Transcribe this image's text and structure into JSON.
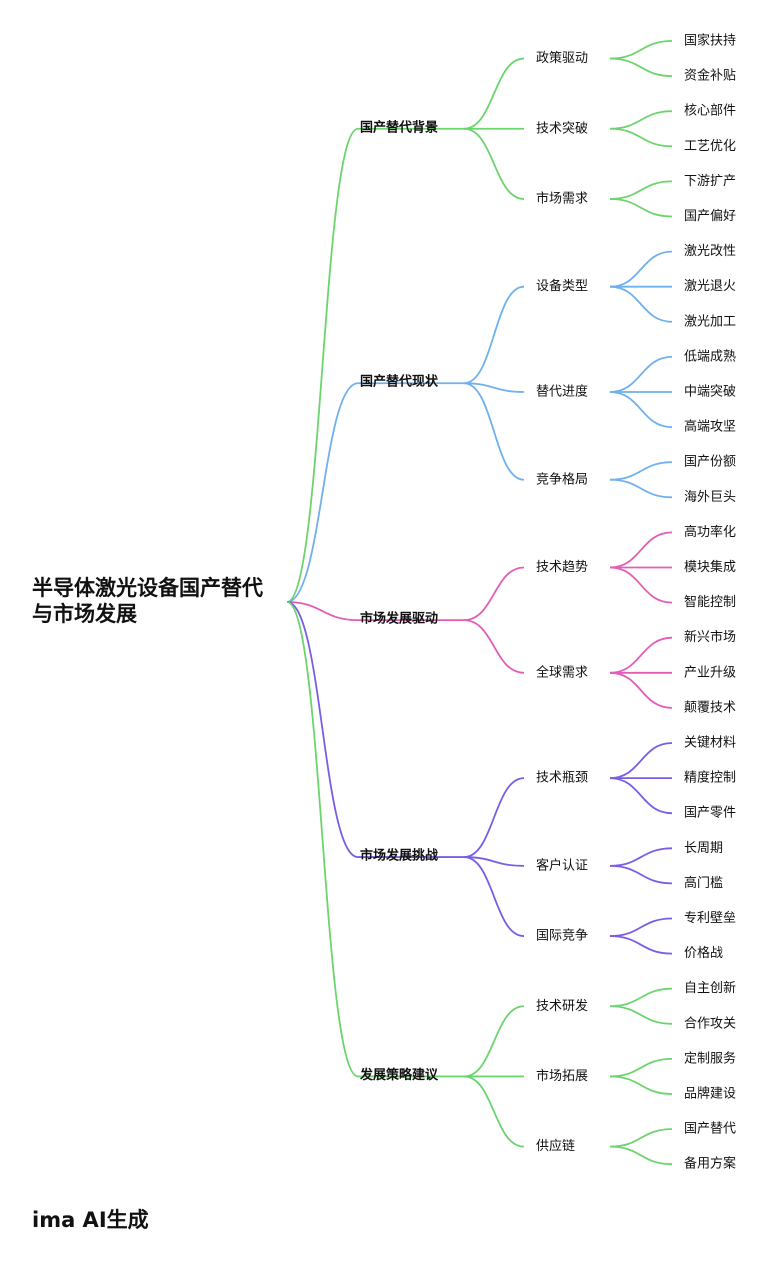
{
  "root": {
    "title": "半导体激光设备国产替代与市场发展"
  },
  "colors": {
    "green": "#6cd46c",
    "blue": "#6fb0ee",
    "pink": "#e35cb7",
    "purple": "#7b5ce6"
  },
  "branches": [
    {
      "label": "国产替代背景",
      "color": "green",
      "children": [
        {
          "label": "政策驱动",
          "leaves": [
            "国家扶持",
            "资金补贴"
          ]
        },
        {
          "label": "技术突破",
          "leaves": [
            "核心部件",
            "工艺优化"
          ]
        },
        {
          "label": "市场需求",
          "leaves": [
            "下游扩产",
            "国产偏好"
          ]
        }
      ]
    },
    {
      "label": "国产替代现状",
      "color": "blue",
      "children": [
        {
          "label": "设备类型",
          "leaves": [
            "激光改性",
            "激光退火",
            "激光加工"
          ]
        },
        {
          "label": "替代进度",
          "leaves": [
            "低端成熟",
            "中端突破",
            "高端攻坚"
          ]
        },
        {
          "label": "竞争格局",
          "leaves": [
            "国产份额",
            "海外巨头"
          ]
        }
      ]
    },
    {
      "label": "市场发展驱动",
      "color": "pink",
      "children": [
        {
          "label": "技术趋势",
          "leaves": [
            "高功率化",
            "模块集成",
            "智能控制"
          ]
        },
        {
          "label": "全球需求",
          "leaves": [
            "新兴市场",
            "产业升级",
            "颠覆技术"
          ]
        }
      ]
    },
    {
      "label": "市场发展挑战",
      "color": "purple",
      "children": [
        {
          "label": "技术瓶颈",
          "leaves": [
            "关键材料",
            "精度控制",
            "国产零件"
          ]
        },
        {
          "label": "客户认证",
          "leaves": [
            "长周期",
            "高门槛"
          ]
        },
        {
          "label": "国际竞争",
          "leaves": [
            "专利壁垒",
            "价格战"
          ]
        }
      ]
    },
    {
      "label": "发展策略建议",
      "color": "green",
      "children": [
        {
          "label": "技术研发",
          "leaves": [
            "自主创新",
            "合作攻关"
          ]
        },
        {
          "label": "市场拓展",
          "leaves": [
            "定制服务",
            "品牌建设"
          ]
        },
        {
          "label": "供应链",
          "leaves": [
            "国产替代",
            "备用方案"
          ]
        }
      ]
    }
  ],
  "footer": {
    "text": "ima AI生成"
  }
}
